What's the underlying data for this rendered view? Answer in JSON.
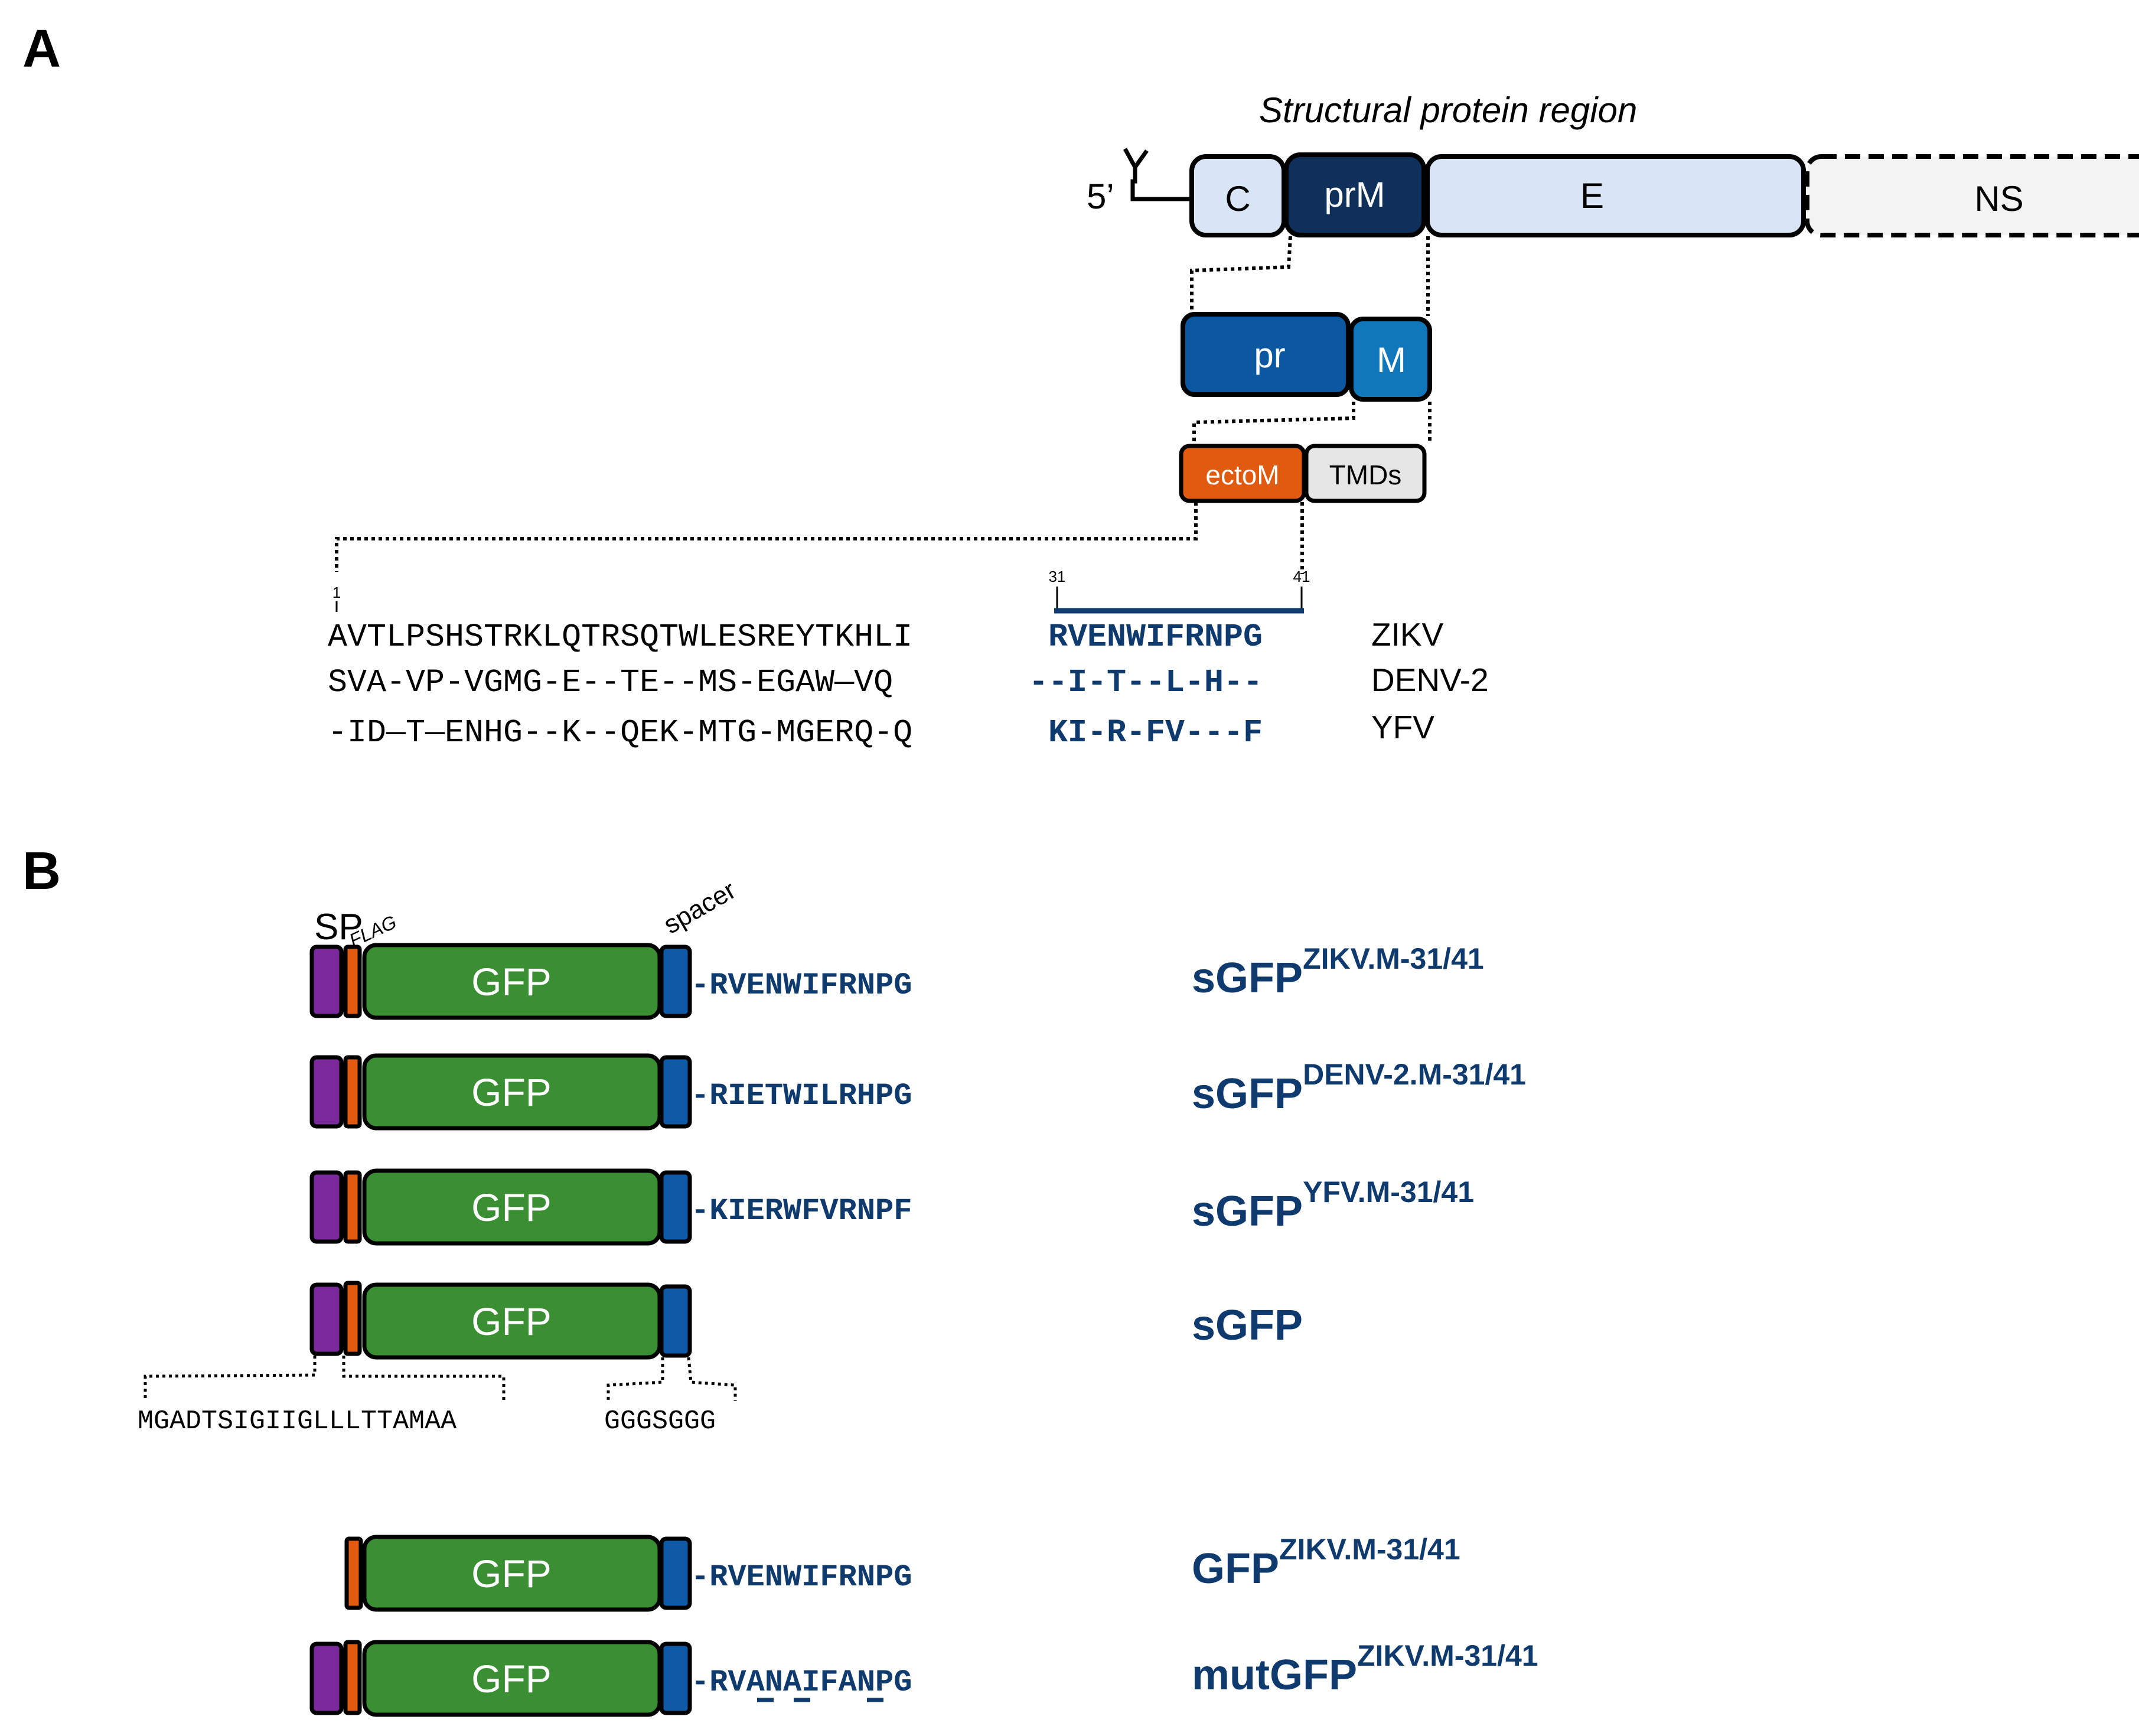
{
  "panel_a": {
    "label": "A",
    "region_title": "Structural protein region",
    "five_prime": "5’",
    "genome": {
      "c": "C",
      "prm": "prM",
      "e": "E",
      "ns": "NS"
    },
    "cleavage": {
      "pr": "pr",
      "m": "M"
    },
    "m_domains": {
      "ectom": "ectoM",
      "tmds": "TMDs"
    },
    "positions": {
      "start": "1",
      "p31": "31",
      "p41": "41"
    },
    "alignment": [
      {
        "seq": "AVTLPSHSTRKLQTRSQTWLESREYTKHLI",
        "motif": "RVENWIFRNPG",
        "virus": "ZIKV"
      },
      {
        "seq": "SVA-VP-VGMG-E--TE--MS-EGAW—VQ",
        "motif": "--I-T--L-H--",
        "virus": "DENV-2"
      },
      {
        "seq": "-ID—T—ENHG--K--QEK-MTG-MGERQ-Q",
        "motif": "KI-R-FV---F",
        "virus": "YFV"
      }
    ]
  },
  "panel_b": {
    "label": "B",
    "header": {
      "sp": "SP",
      "flag": "FLAG",
      "spacer": "spacer"
    },
    "gfp_label": "GFP",
    "constructs": [
      {
        "peptide": "-RVENWIFRNPG",
        "name": "sGFP",
        "sup": "ZIKV.M-31/41"
      },
      {
        "peptide": "-RIETWILRHPG",
        "name": "sGFP",
        "sup": "DENV-2.M-31/41"
      },
      {
        "peptide": "-KIERWFVRNPF",
        "name": "sGFP",
        "sup": "YFV.M-31/41"
      },
      {
        "peptide": "",
        "name": "sGFP",
        "sup": ""
      },
      {
        "peptide": "-RVENWIFRNPG",
        "name": "GFP",
        "sup": "ZIKV.M-31/41"
      },
      {
        "peptide": "-RVANAIFANPG",
        "name": "mutGFP",
        "sup": "ZIKV.M-31/41"
      }
    ],
    "sp_sequence": "MGADTSIGIIGLLLTTAMAA",
    "spacer_sequence": "GGGSGGG"
  },
  "colors": {
    "light_blue": "#d7e5f4",
    "navy": "#0e305a",
    "mid_blue": "#0b58a0",
    "m_blue": "#1177bb",
    "orange": "#e05a10",
    "light_gray": "#e6e6e6",
    "ns_gray": "#f3f3f3",
    "purple": "#7a2a9a",
    "green": "#3a8f33",
    "spacer_blue": "#0e5aa6",
    "text_blue": "#0e3a6e"
  }
}
